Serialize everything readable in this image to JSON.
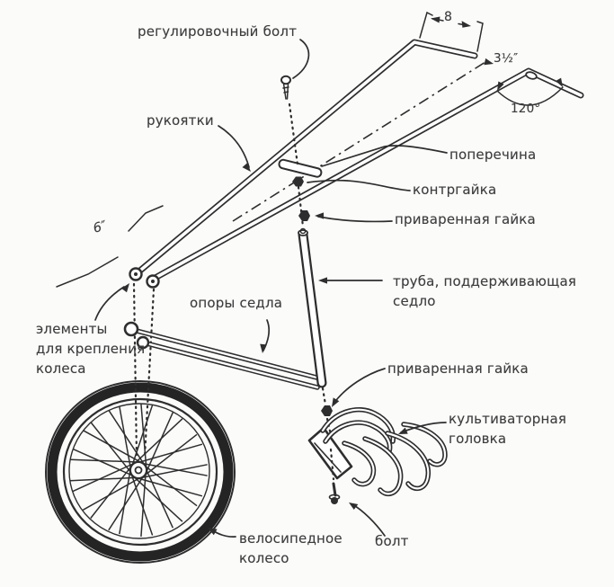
{
  "diagram": {
    "labels": {
      "adjusting_bolt": "регулировочный болт",
      "handles": "рукоятки",
      "crossbar": "поперечина",
      "locknut": "контргайка",
      "welded_nut_upper": "приваренная гайка",
      "saddle_tube": {
        "line1": "труба, поддерживающая",
        "line2": "седло"
      },
      "saddle_supports": "опоры седла",
      "wheel_mount": {
        "line1": "элементы",
        "line2": "для крепления",
        "line3": "колеса"
      },
      "welded_nut_lower": "приваренная гайка",
      "cultivator_head": {
        "line1": "культиваторная",
        "line2": "головка"
      },
      "bicycle_wheel": {
        "line1": "велосипедное",
        "line2": "колесо"
      },
      "bolt": "болт"
    },
    "dimensions": {
      "grip_length": "8",
      "grip_drop": "3½″",
      "handle_angle": "120°",
      "end_offset": "6″"
    },
    "colors": {
      "ink": "#2e2e2e",
      "paper": "#fbfbfa",
      "text": "#3d3d3d"
    }
  }
}
